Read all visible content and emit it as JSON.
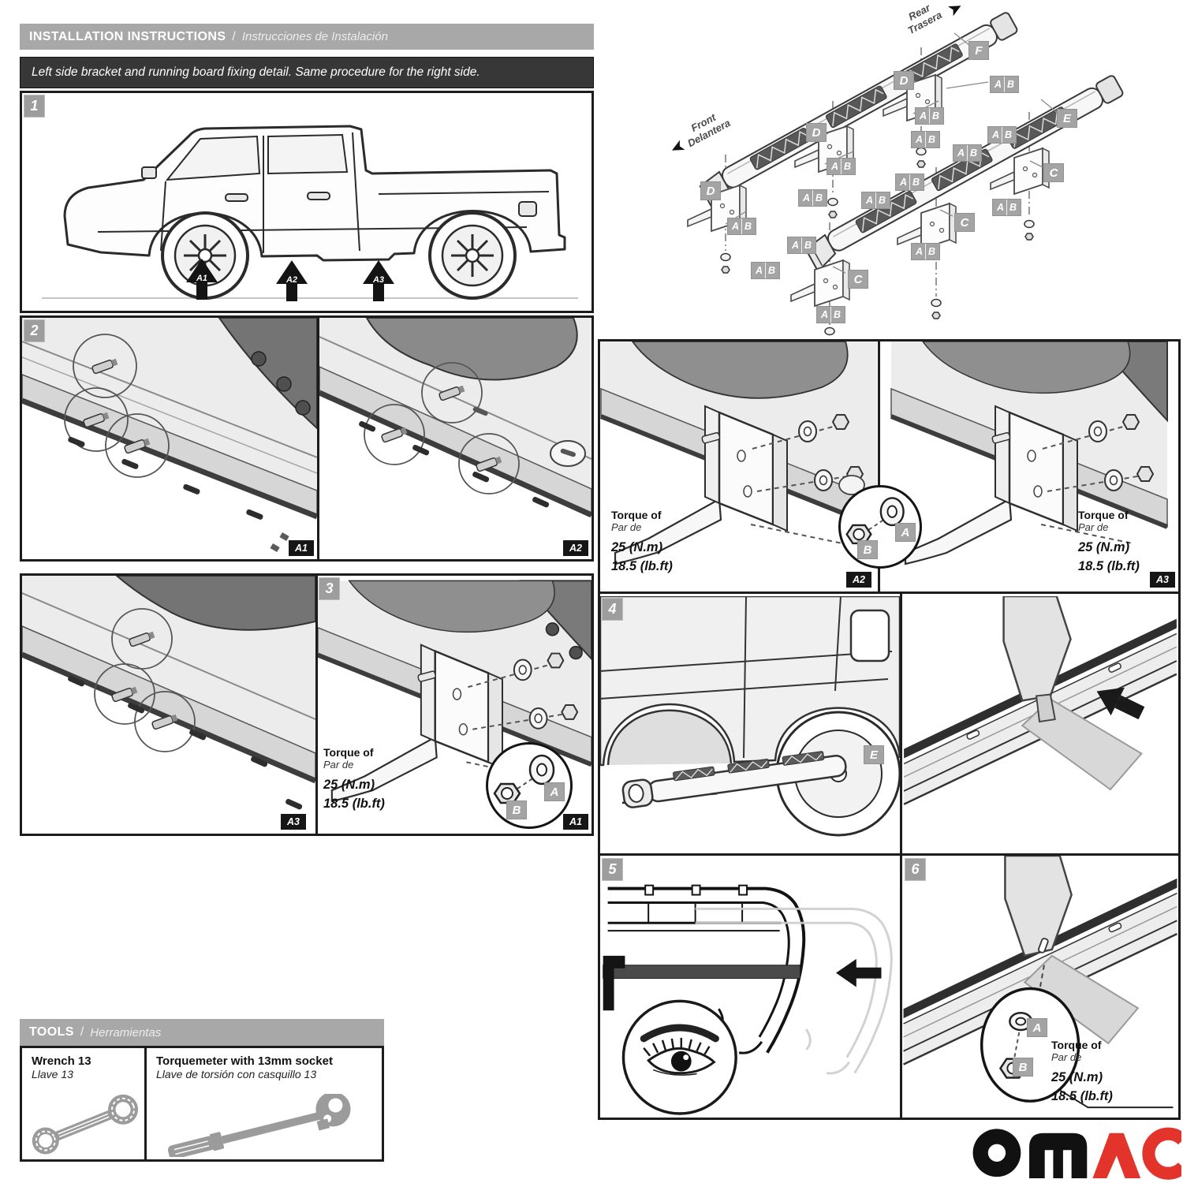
{
  "header": {
    "title": "INSTALLATION INSTRUCTIONS",
    "sep": "/",
    "subtitle": "Instrucciones de Instalación"
  },
  "note": {
    "text": "Left side bracket and running board fixing detail. Same procedure for the right side."
  },
  "steps": {
    "s1": "1",
    "s2": "2",
    "s3": "3",
    "s4": "4",
    "s5": "5",
    "s6": "6"
  },
  "refs": {
    "a1": "A1",
    "a2": "A2",
    "a3": "A3"
  },
  "parts": {
    "a": "A",
    "b": "B",
    "c": "C",
    "d": "D",
    "e": "E",
    "f": "F"
  },
  "torque": {
    "en": "Torque of",
    "es": "Par de",
    "nm": "25 (N.m)",
    "lbft": "18.5 (lb.ft)"
  },
  "exploded": {
    "front_en": "Front",
    "front_es": "Delantera",
    "rear_en": "Rear",
    "rear_es": "Trasera"
  },
  "tools": {
    "title": "TOOLS",
    "sep": "/",
    "subtitle": "Herramientas",
    "wrench_en": "Wrench 13",
    "wrench_es": "Llave 13",
    "torquemeter_en": "Torquemeter with 13mm socket",
    "torquemeter_es": "Llave de torsión con casquillo 13"
  },
  "logo": {
    "text": "OMAC"
  }
}
